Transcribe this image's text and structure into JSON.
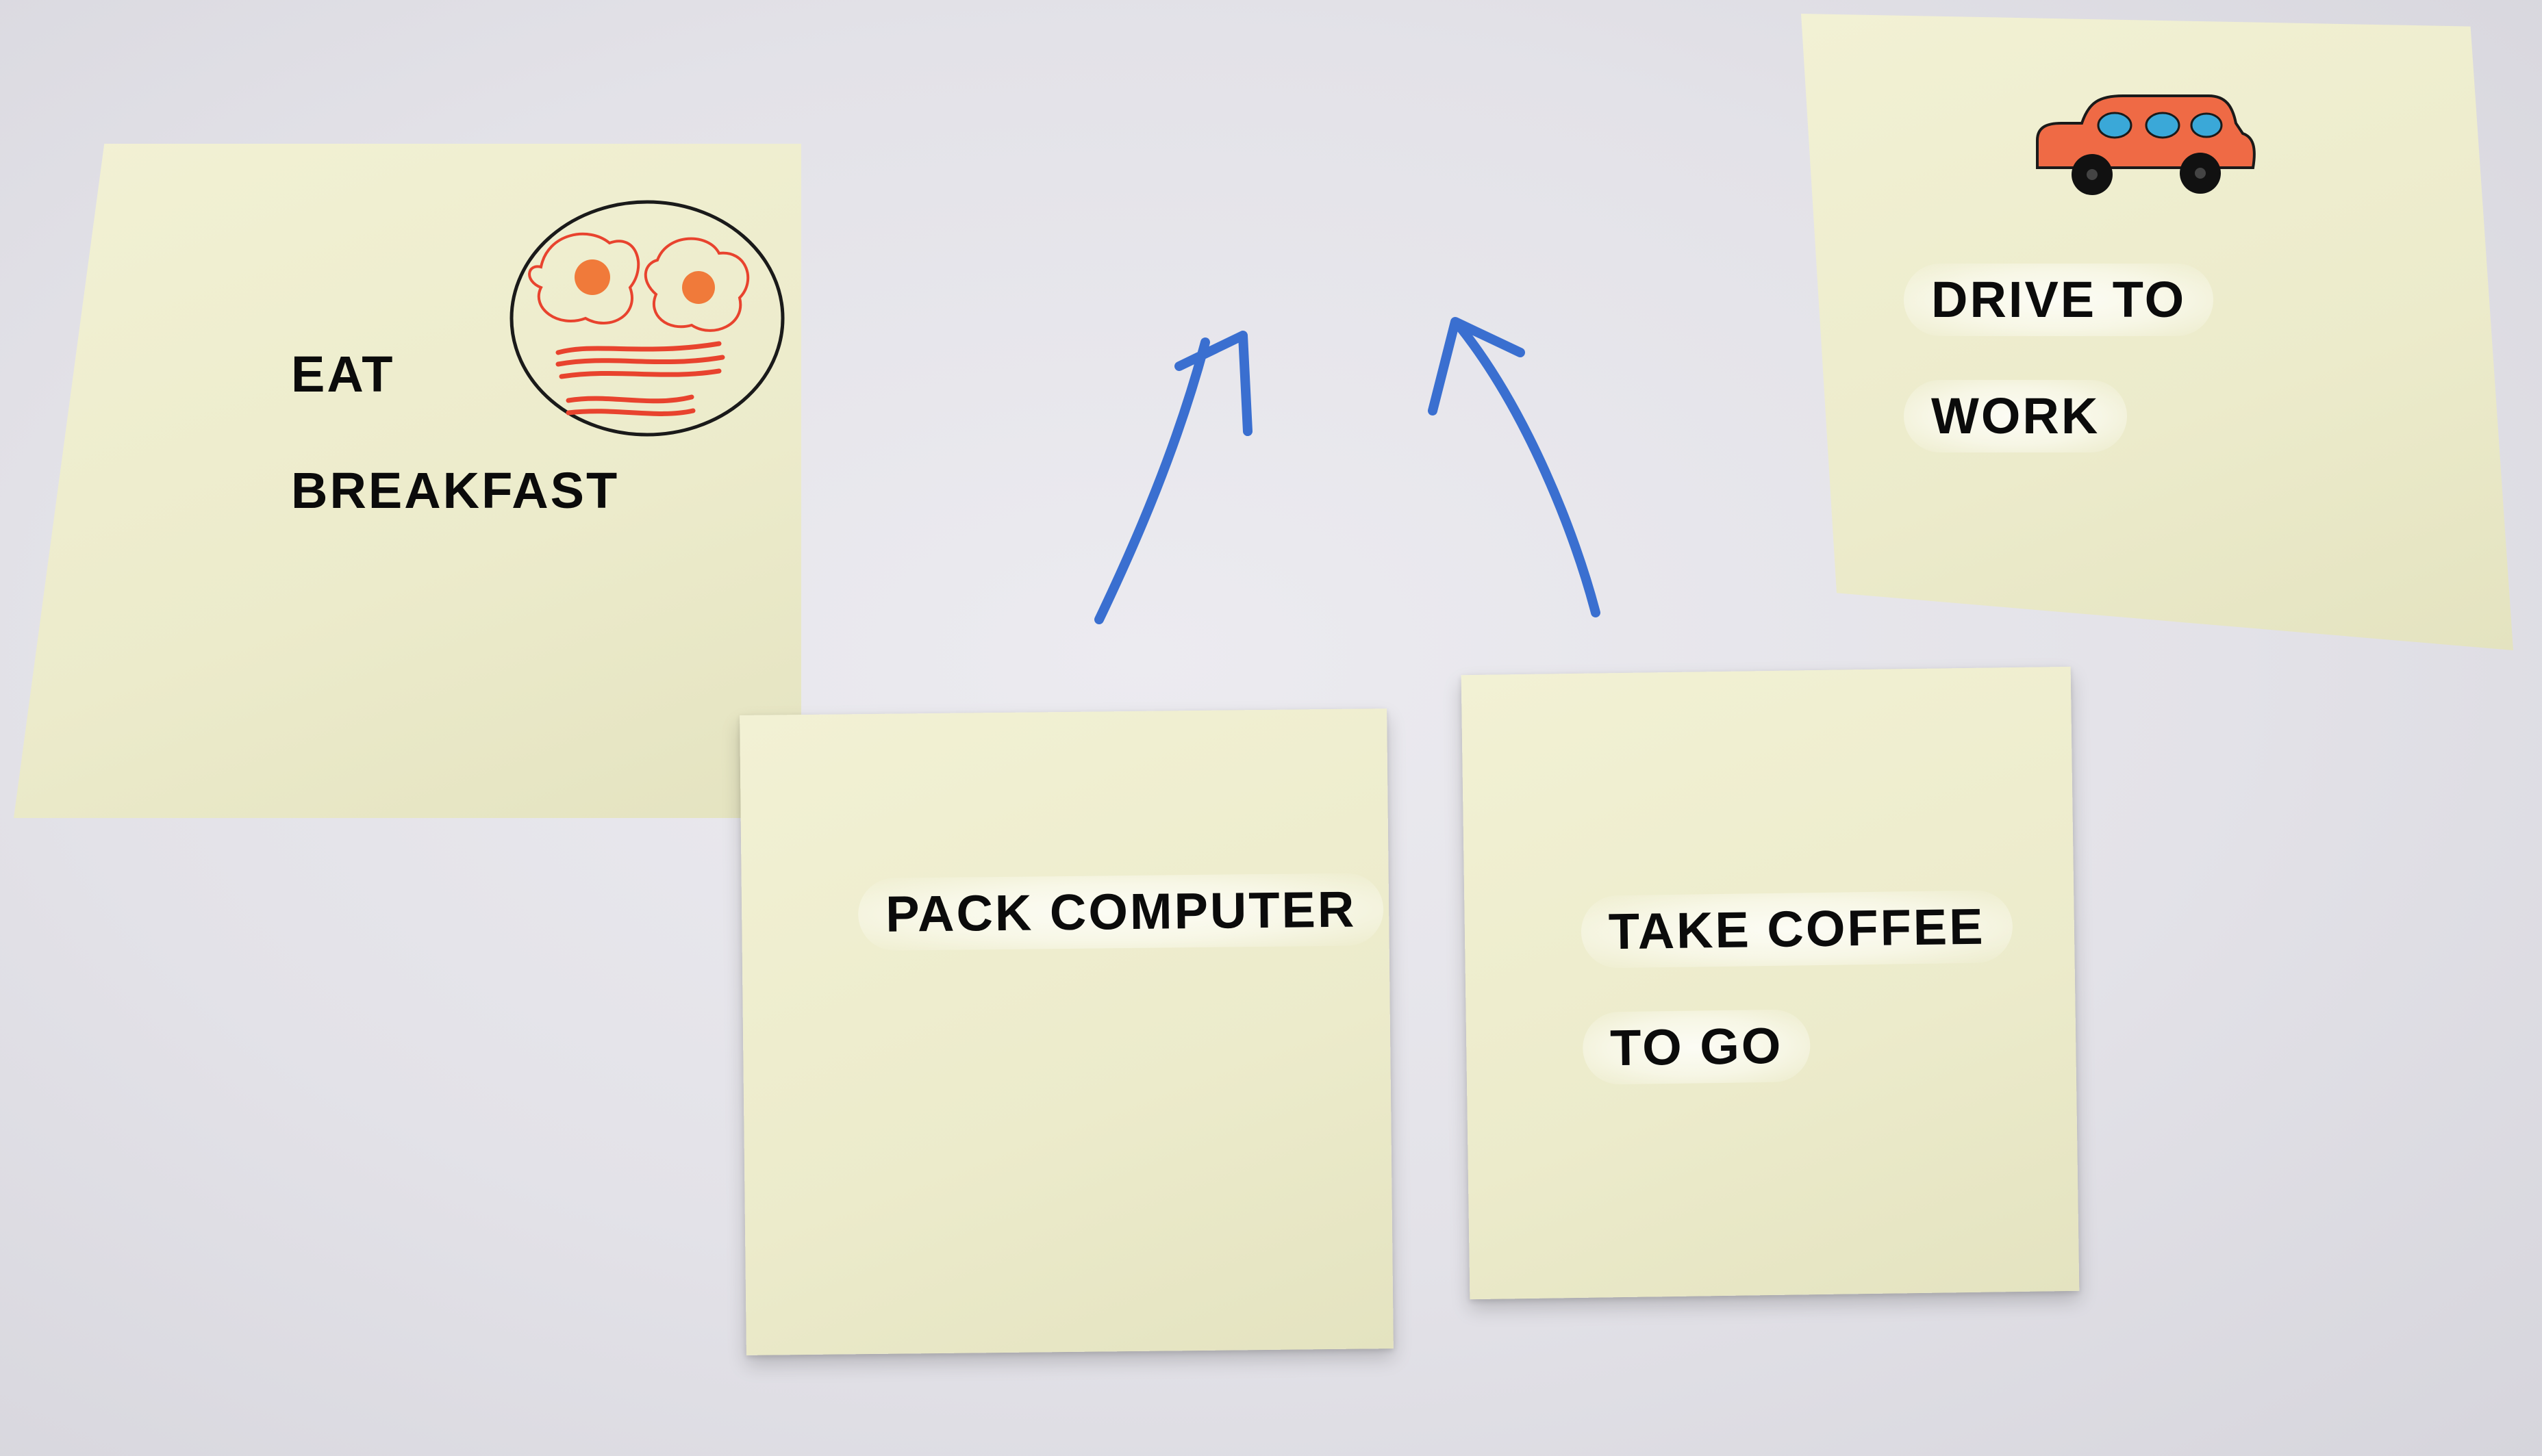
{
  "notes": {
    "breakfast": {
      "line1": "EAT",
      "line2": "BREAKFAST",
      "drawing": "eggs-and-bacon-face-drawing"
    },
    "pack": {
      "line1": "PACK COMPUTER"
    },
    "coffee": {
      "line1": "TAKE COFFEE",
      "line2": "TO GO"
    },
    "drive": {
      "line1": "DRIVE TO",
      "line2": "WORK",
      "drawing": "car-drawing"
    }
  },
  "arrows": [
    "arrow-up-right",
    "arrow-up-left"
  ],
  "colors": {
    "note": "#eeedcd",
    "wall": "#e4e3e9",
    "arrow": "#3a6fd0",
    "drawing_red": "#e8432e",
    "drawing_orange": "#f07a3a",
    "car_window": "#3aa8d8",
    "ink": "#0b0b0b"
  }
}
